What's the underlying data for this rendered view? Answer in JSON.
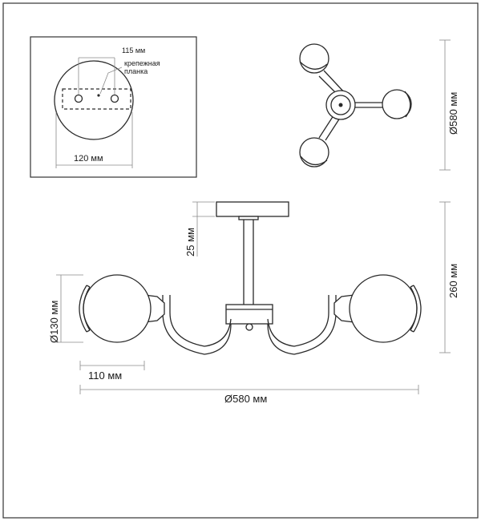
{
  "detail": {
    "dim_115": "115 мм",
    "bracket_label_line1": "крепежная",
    "bracket_label_line2": "планка",
    "dim_120": "120 мм"
  },
  "top_view": {
    "dim_diameter": "Ø580 мм"
  },
  "side_view": {
    "dim_25": "25 мм",
    "dim_260": "260 мм",
    "dim_130": "Ø130 мм",
    "dim_110": "110 мм",
    "dim_580": "Ø580 мм"
  }
}
